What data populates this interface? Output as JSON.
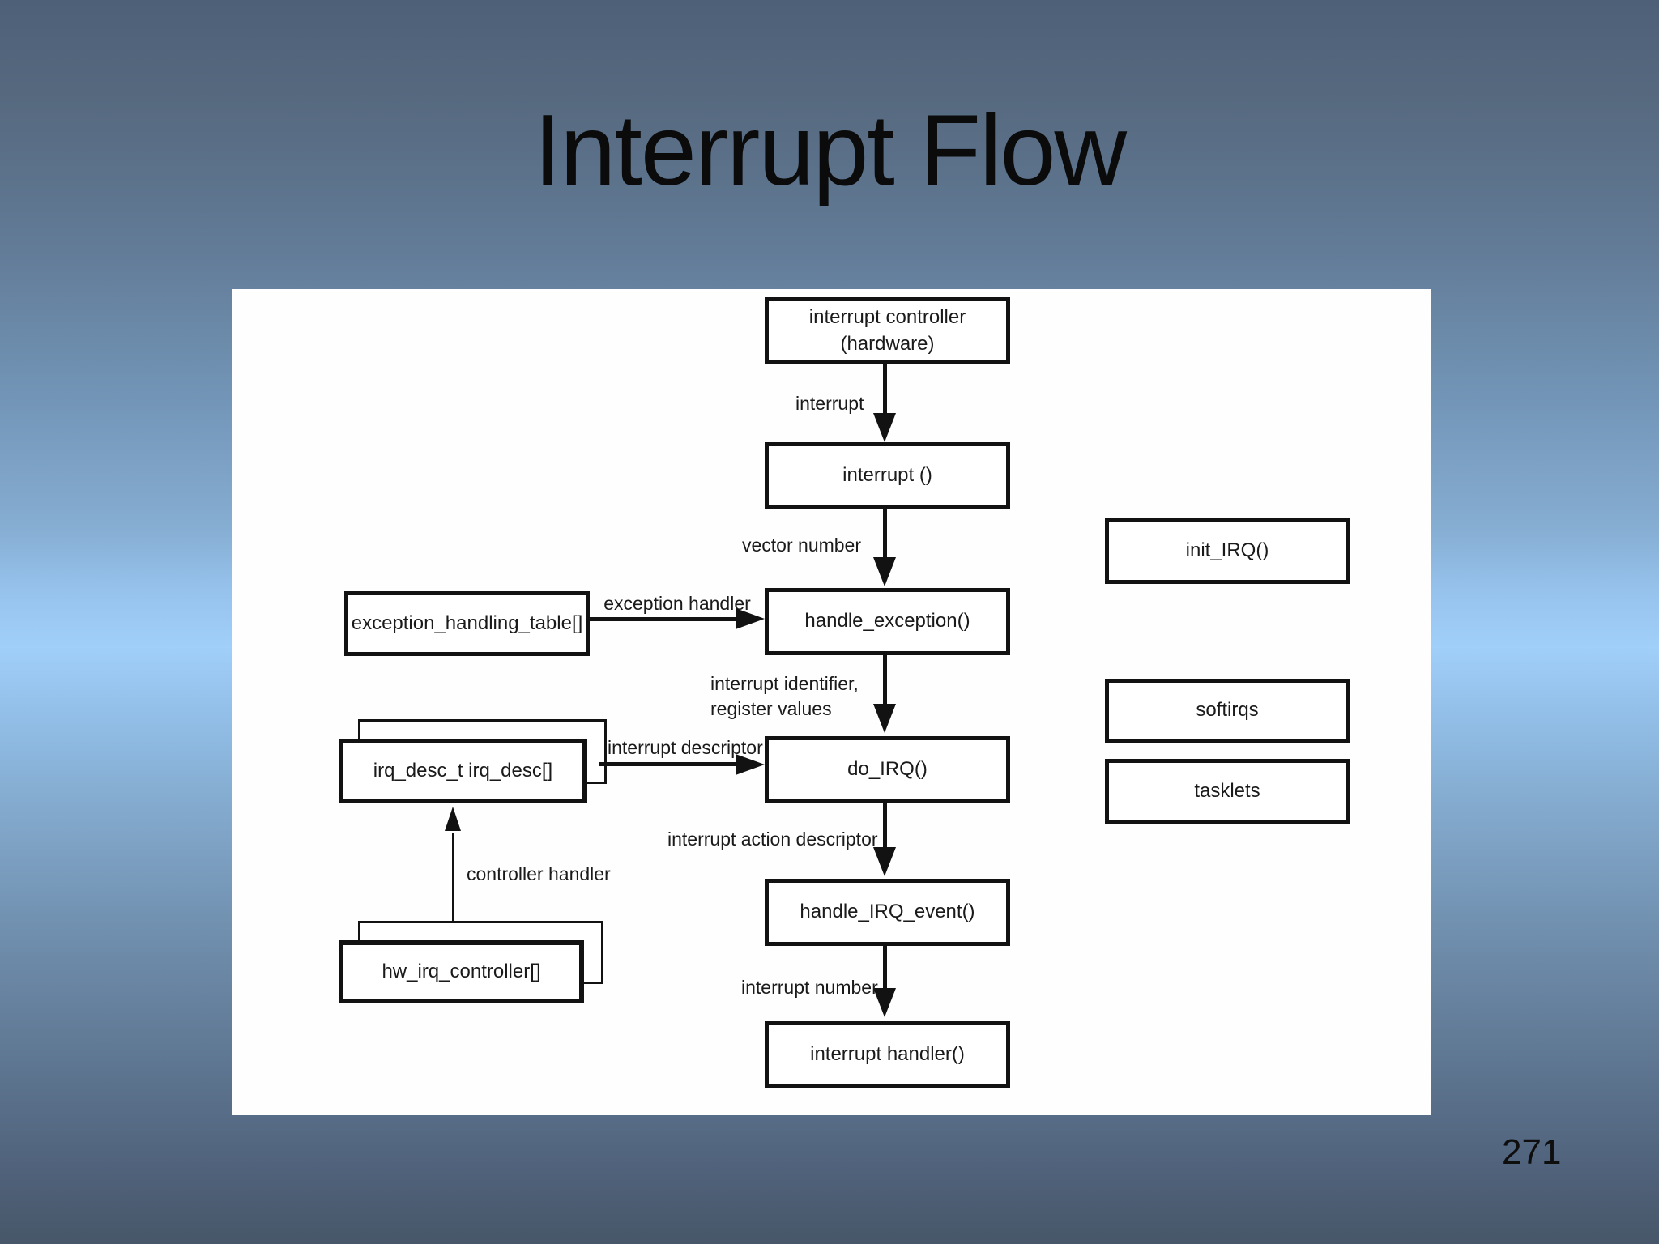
{
  "title": "Interrupt Flow",
  "page_number": "271",
  "nodes": {
    "interrupt_controller": {
      "line1": "interrupt controller",
      "line2": "(hardware)"
    },
    "interrupt_fn": {
      "label": "interrupt ()"
    },
    "handle_exception": {
      "label": "handle_exception()"
    },
    "do_irq": {
      "label": "do_IRQ()"
    },
    "handle_irq_event": {
      "label": "handle_IRQ_event()"
    },
    "interrupt_handler": {
      "label": "interrupt handler()"
    },
    "exception_handling_table": {
      "label": "exception_handling_table[]"
    },
    "irq_desc": {
      "label": "irq_desc_t irq_desc[]"
    },
    "hw_irq_controller": {
      "label": "hw_irq_controller[]"
    },
    "init_irq": {
      "label": "init_IRQ()"
    },
    "softirqs": {
      "label": "softirqs"
    },
    "tasklets": {
      "label": "tasklets"
    }
  },
  "edge_labels": {
    "interrupt": "interrupt",
    "vector_number": "vector number",
    "exception_handler": "exception handler",
    "interrupt_identifier_line1": "interrupt identifier,",
    "interrupt_identifier_line2": "register values",
    "interrupt_descriptor": "interrupt descriptor",
    "interrupt_action_descriptor": "interrupt action descriptor",
    "controller_handler": "controller handler",
    "interrupt_number": "interrupt number"
  },
  "colors": {
    "background_top": "#4e6078",
    "background_highlight": "#a0cffa",
    "background_bottom": "#475769",
    "panel": "#ffffff",
    "ink": "#121212"
  }
}
